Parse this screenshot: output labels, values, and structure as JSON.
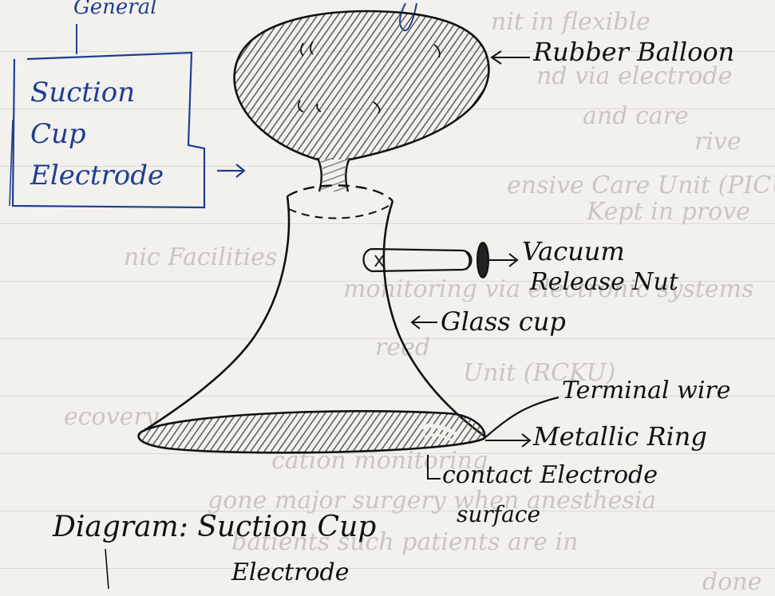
{
  "header_fragment": "General",
  "boxed_label": {
    "lines": [
      "Suction",
      "Cup",
      "Electrode"
    ]
  },
  "labels": {
    "rubber_balloon": "Rubber Balloon",
    "vacuum_release_nut_line1": "Vacuum",
    "vacuum_release_nut_line2": "Release Nut",
    "glass_cup": "Glass cup",
    "terminal_wire": "Terminal wire",
    "metallic_ring": "Metallic Ring",
    "contact_electrode_line1": "contact Electrode",
    "contact_electrode_line2": "surface"
  },
  "caption": {
    "line1": "Diagram: Suction Cup",
    "line2": "Electrode"
  },
  "background_text": [
    "nit in flexible",
    "nd via electrode",
    "and care",
    "rive",
    "ensive Care Unit (PICU)",
    "Kept in prove",
    "nic Facilities",
    "monitoring via electronic systems",
    "reed",
    "Unit (RCKU)",
    "ecovery",
    "cation monitoring",
    "gone major surgery when anesthesia",
    "batients such patients are in",
    "done"
  ],
  "colors": {
    "ink": "#111111",
    "blue_ink": "#1d3f8f",
    "paper": "#f3f1ee",
    "ghost_text": "#c9c6c1",
    "rule_line": "#dcd9d4",
    "shading": "#6e6e6e"
  }
}
